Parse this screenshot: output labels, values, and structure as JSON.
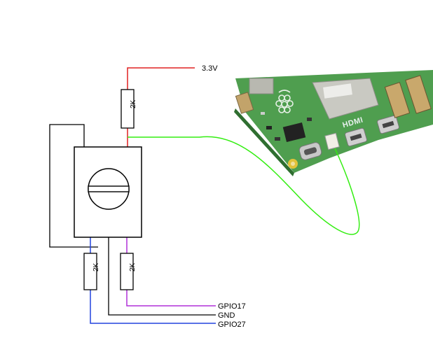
{
  "labels": {
    "vcc": "3.3V",
    "gpio17": "GPIO17",
    "gnd": "GND",
    "gpio27": "GPIO27"
  },
  "resistors": {
    "top": "2K",
    "bottom_left": "2K",
    "bottom_right": "2K"
  },
  "board": {
    "port_label": "HDMI"
  },
  "colors": {
    "red_wire": "#e02020",
    "green_wire": "#33ee11",
    "blue_wire": "#2244dd",
    "purple_wire": "#b030d8",
    "black_wire": "#000000",
    "pcb": "#4a9a4a"
  }
}
